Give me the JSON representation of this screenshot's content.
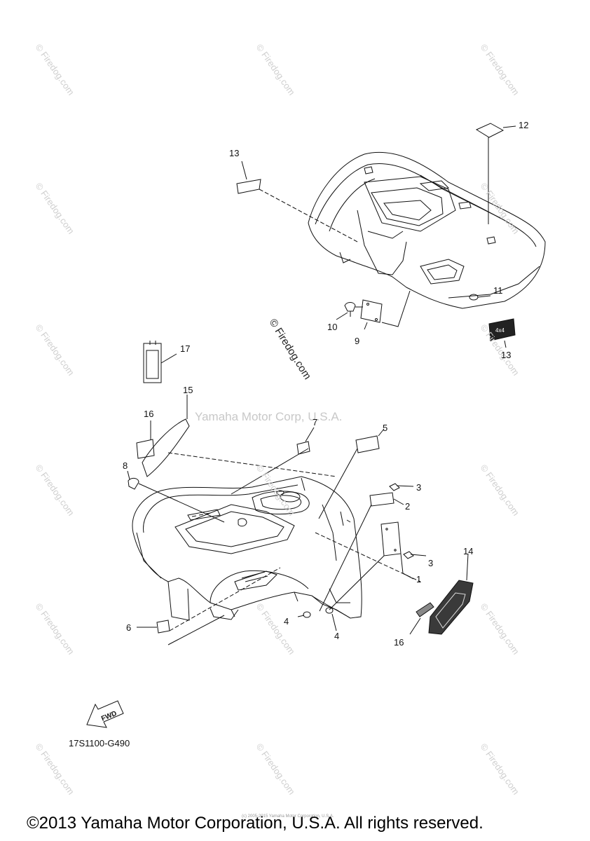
{
  "callouts": {
    "c1": "1",
    "c2": "2",
    "c3a": "3",
    "c3b": "3",
    "c4a": "4",
    "c4b": "4",
    "c5": "5",
    "c6": "6",
    "c7": "7",
    "c8": "8",
    "c9": "9",
    "c10": "10",
    "c11": "11",
    "c12": "12",
    "c13a": "13",
    "c13b": "13",
    "c14": "14",
    "c15": "15",
    "c16a": "16",
    "c16b": "16",
    "c17": "17"
  },
  "diagram_code": "17S1100-G490",
  "fwd_label": "FWD",
  "watermark": "© Firedog.com",
  "corp_watermark": "Yamaha Motor Corp, U.S.A.",
  "tiny_credit": "(c) 2005-2015 Yamaha Motor Corporation, U.S.A.",
  "copyright": "©2013 Yamaha Motor Corporation, U.S.A. All rights reserved."
}
